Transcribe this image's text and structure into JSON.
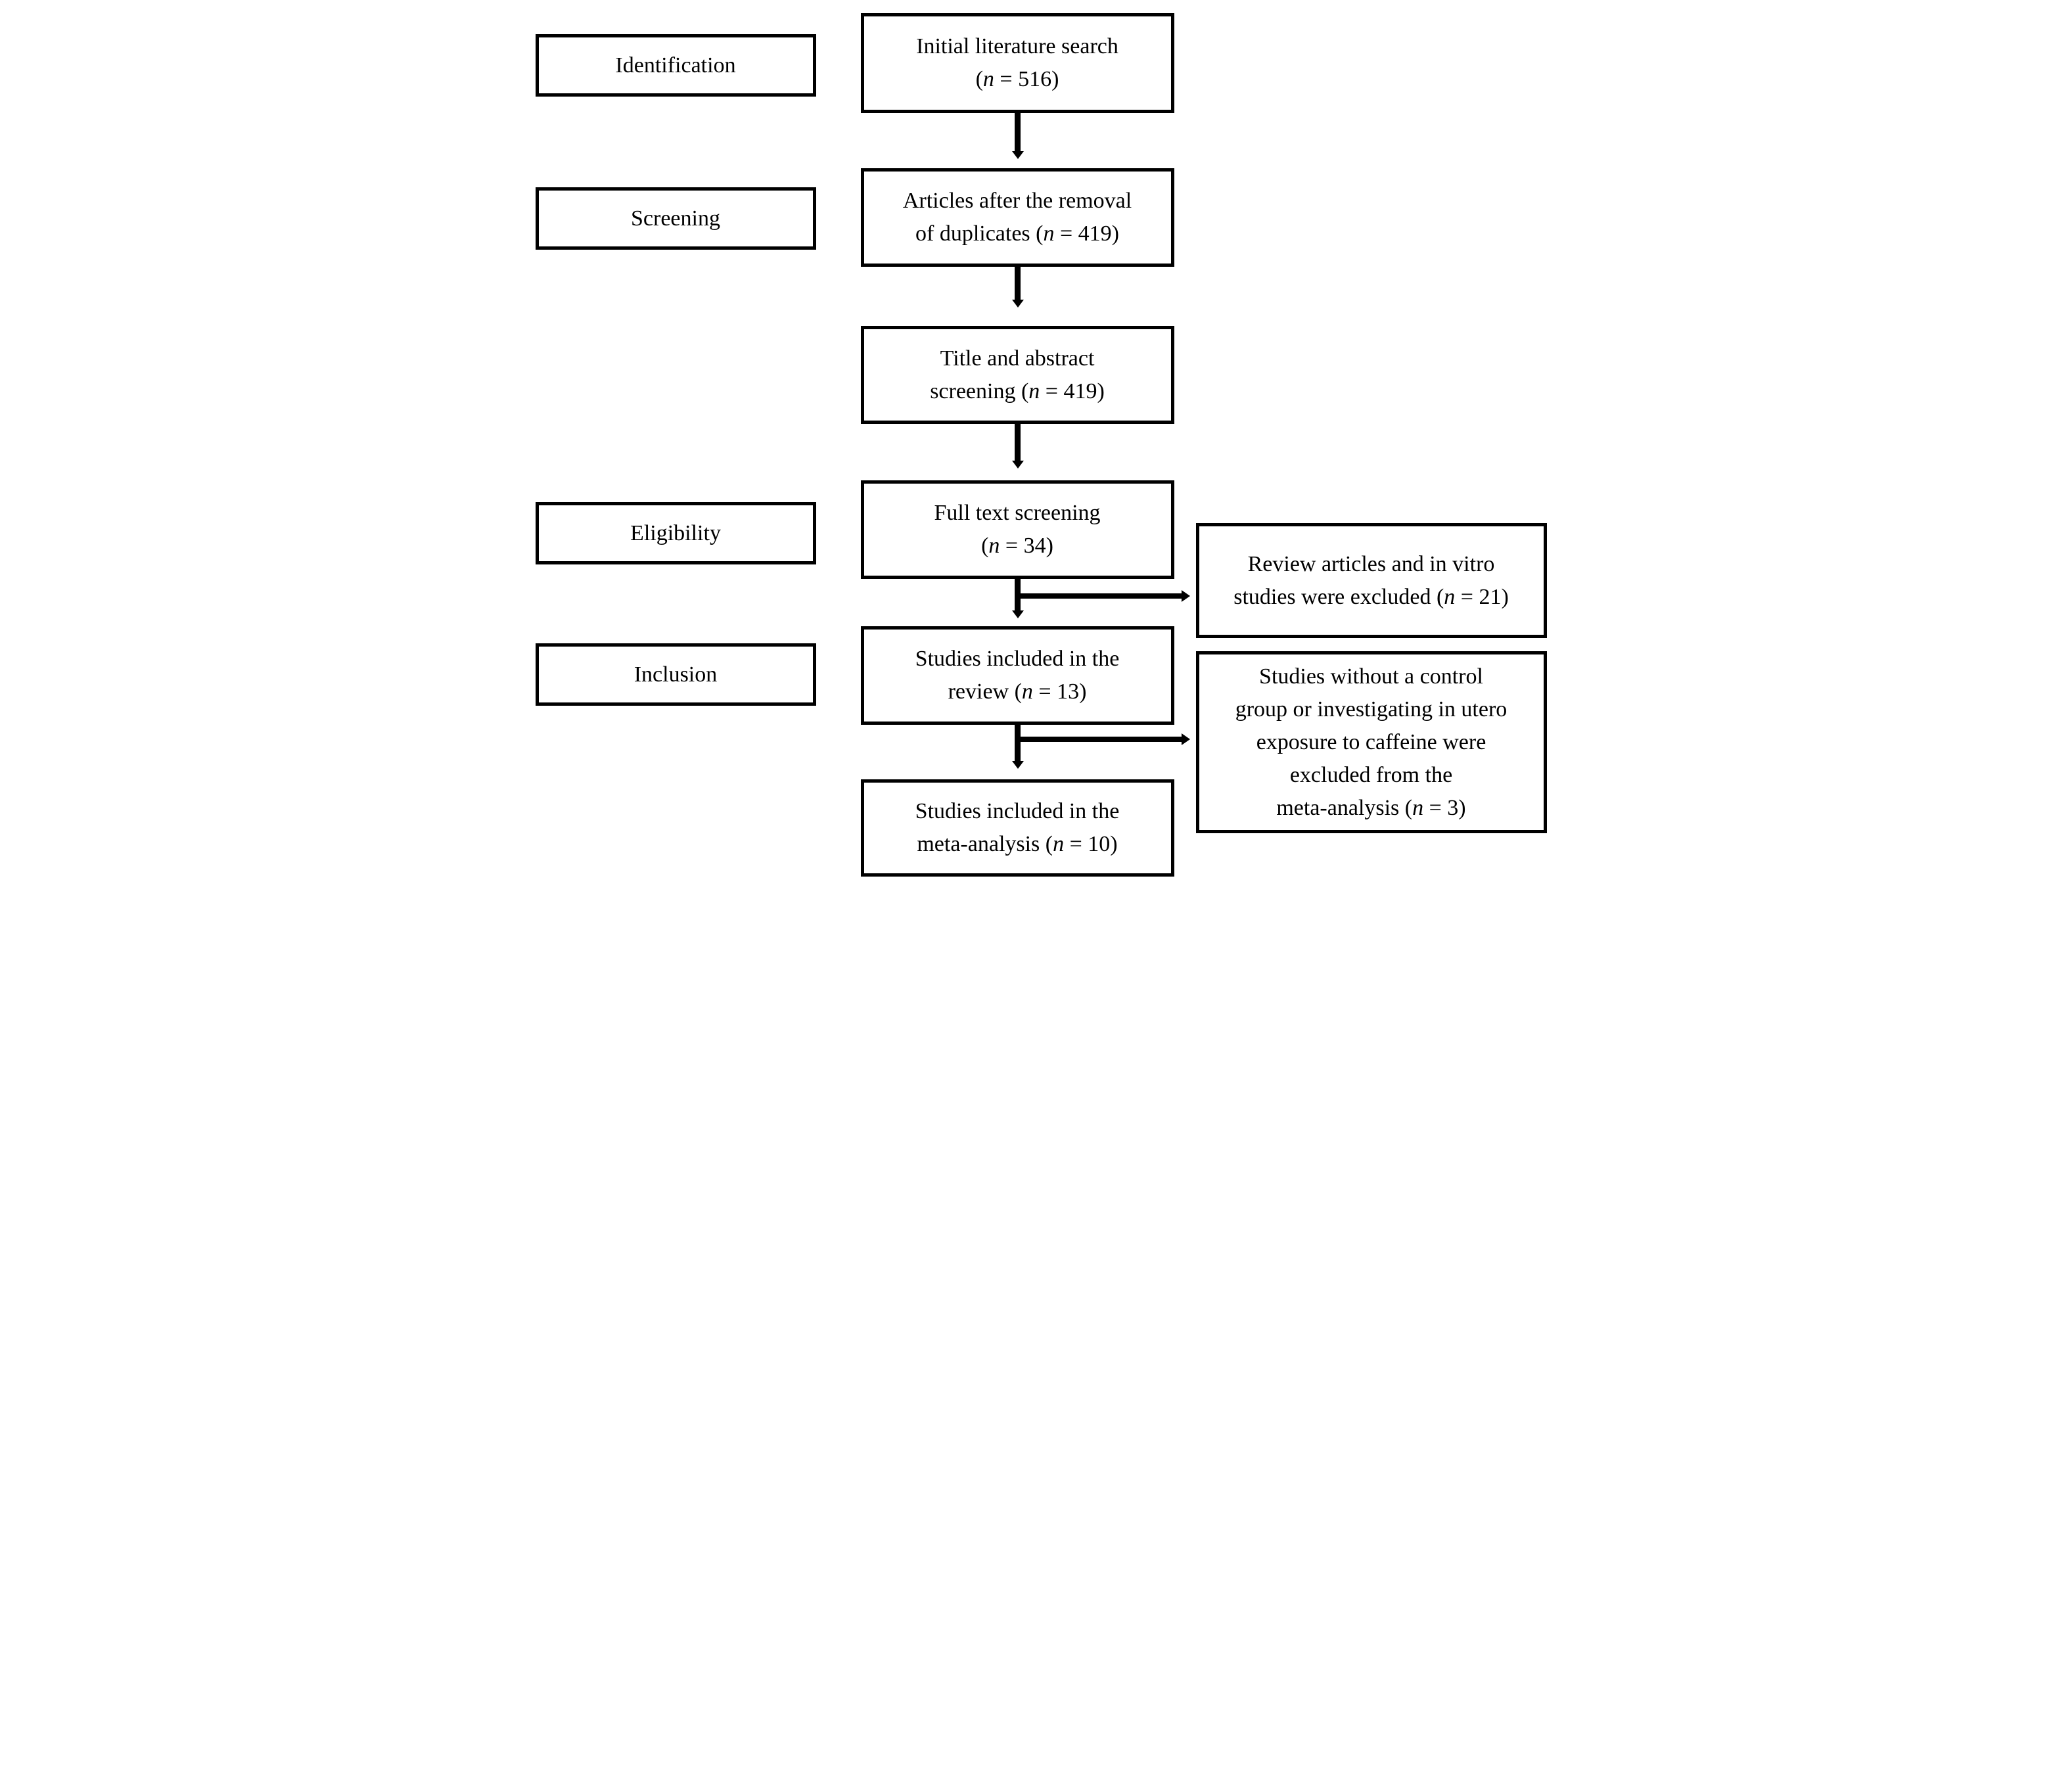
{
  "diagram": {
    "type": "prisma-flow",
    "colors": {
      "line": "#000000",
      "text": "#000000",
      "background": "#ffffff"
    },
    "stages": [
      {
        "label": "Identification"
      },
      {
        "label": "Screening"
      },
      {
        "label": "Eligibility"
      },
      {
        "label": "Inclusion"
      }
    ],
    "flow_boxes": [
      {
        "lines": [
          [
            {
              "t": "Initial literature search"
            }
          ],
          [
            {
              "t": "("
            },
            {
              "t": "n",
              "i": 1
            },
            {
              "t": " = 516)"
            }
          ]
        ]
      },
      {
        "lines": [
          [
            {
              "t": "Articles after the removal"
            }
          ],
          [
            {
              "t": "of duplicates ("
            },
            {
              "t": "n",
              "i": 1
            },
            {
              "t": " = 419)"
            }
          ]
        ]
      },
      {
        "lines": [
          [
            {
              "t": "Title and abstract"
            }
          ],
          [
            {
              "t": "screening ("
            },
            {
              "t": "n",
              "i": 1
            },
            {
              "t": " = 419)"
            }
          ]
        ]
      },
      {
        "lines": [
          [
            {
              "t": "Full text screening"
            }
          ],
          [
            {
              "t": "("
            },
            {
              "t": "n",
              "i": 1
            },
            {
              "t": " = 34)"
            }
          ]
        ]
      },
      {
        "lines": [
          [
            {
              "t": "Studies included in the"
            }
          ],
          [
            {
              "t": "review ("
            },
            {
              "t": "n",
              "i": 1
            },
            {
              "t": " = 13)"
            }
          ]
        ]
      },
      {
        "lines": [
          [
            {
              "t": "Studies included in the"
            }
          ],
          [
            {
              "t": "meta-analysis ("
            },
            {
              "t": "n",
              "i": 1
            },
            {
              "t": " = 10)"
            }
          ]
        ]
      }
    ],
    "exclusion_boxes": [
      {
        "lines": [
          [
            {
              "t": "Review articles and in vitro"
            }
          ],
          [
            {
              "t": "studies were excluded ("
            },
            {
              "t": "n",
              "i": 1
            },
            {
              "t": " = 21)"
            }
          ]
        ]
      },
      {
        "lines": [
          [
            {
              "t": "Studies without a control"
            }
          ],
          [
            {
              "t": "group or investigating in utero"
            }
          ],
          [
            {
              "t": "exposure to caffeine were"
            }
          ],
          [
            {
              "t": "excluded from the"
            }
          ],
          [
            {
              "t": "meta-analysis ("
            },
            {
              "t": "n",
              "i": 1
            },
            {
              "t": " = 3)"
            }
          ]
        ]
      }
    ]
  }
}
